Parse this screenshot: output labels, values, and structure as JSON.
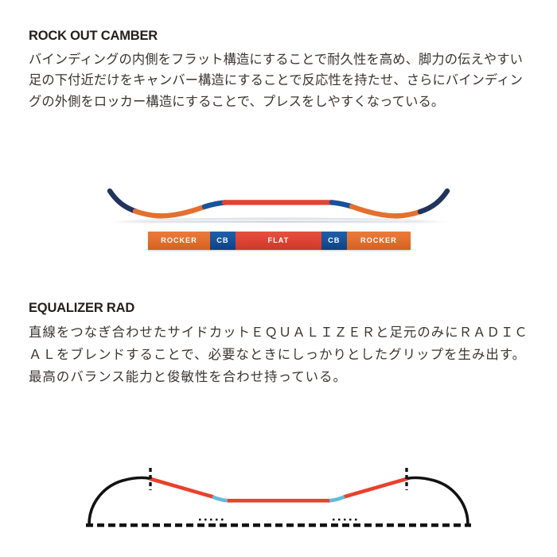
{
  "page": {
    "background_color": "#ffffff",
    "text_color": "#3b3431"
  },
  "sections": [
    {
      "id": "rock-out-camber",
      "heading": "ROCK OUT CAMBER",
      "body": "バインディングの内側をフラット構造にすることで耐久性を高め、脚力の伝えやすい足の下付近だけをキャンバー構造にすることで反応性を持たせ、さらにバインディングの外側をロッカー構造にすることで、プレスをしやすくなっている。"
    },
    {
      "id": "equalizer-rad",
      "heading": "EQUALIZER RAD",
      "body": "直線をつなぎ合わせたサイドカットＥＱＵＡＬＩＺＥＲと足元のみにＲＡＤＩＣＡＬをブレンドすることで、必要なときにしっかりとしたグリップを生み出す。最高のバランス能力と俊敏性を合わせ持っている。"
    }
  ],
  "camber_diagram": {
    "name": "snowboard-profile-illustration",
    "description": "side profile of snowboard showing rocker, camber and flat zones",
    "colors": {
      "tip": "#22335e",
      "rocker": "#e4702f",
      "camber": "#17529b",
      "flat": "#df4434",
      "ground_line": "#d8dde3"
    },
    "legend": {
      "segments": [
        {
          "label": "ROCKER",
          "type": "rocker",
          "color": "#e4702f",
          "width_pct": 23.6
        },
        {
          "label": "CB",
          "type": "camber",
          "color": "#17529b",
          "width_pct": 9.7
        },
        {
          "label": "FLAT",
          "type": "flat",
          "color": "#df4434",
          "width_pct": 32.7
        },
        {
          "label": "CB",
          "type": "camber",
          "color": "#17529b",
          "width_pct": 9.7
        },
        {
          "label": "ROCKER",
          "type": "rocker",
          "color": "#e4702f",
          "width_pct": 24.3
        }
      ]
    }
  },
  "sidecut_diagram": {
    "name": "snowboard-sidecut-illustration",
    "description": "top-down sidecut outline with EQUALIZER straight lines and RADICAL blend zones",
    "colors": {
      "outline": "#121212",
      "equalizer": "#e8412c",
      "radical": "#62bcd8",
      "baseline": "#121212",
      "marker": "#121212"
    }
  }
}
